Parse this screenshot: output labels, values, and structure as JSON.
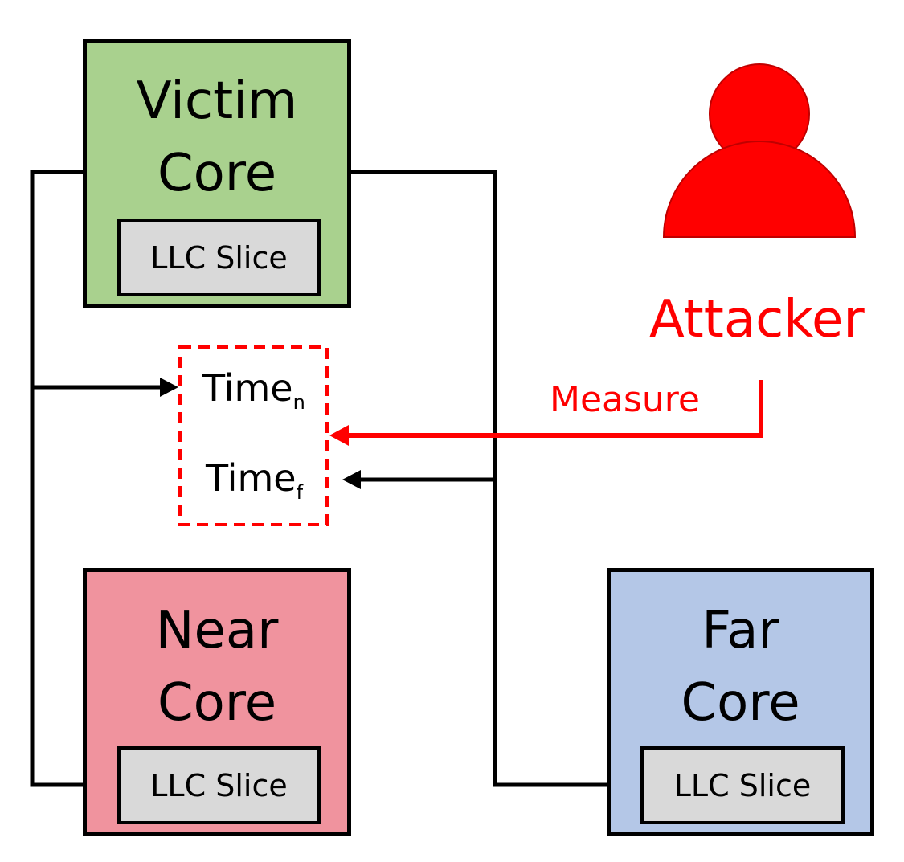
{
  "victim_core": {
    "title_line1": "Victim",
    "title_line2": "Core",
    "slice_label": "LLC Slice",
    "color": "#a9d18e"
  },
  "near_core": {
    "title_line1": "Near",
    "title_line2": "Core",
    "slice_label": "LLC Slice",
    "color": "#f0939e"
  },
  "far_core": {
    "title_line1": "Far",
    "title_line2": "Core",
    "slice_label": "LLC Slice",
    "color": "#b4c7e7"
  },
  "timing": {
    "near_base": "Time",
    "near_sub": "n",
    "far_base": "Time",
    "far_sub": "f"
  },
  "attacker": {
    "label": "Attacker",
    "icon": "person-icon",
    "color": "#ff0000"
  },
  "measure": {
    "label": "Measure"
  },
  "slice_color": "#d9d9d9"
}
